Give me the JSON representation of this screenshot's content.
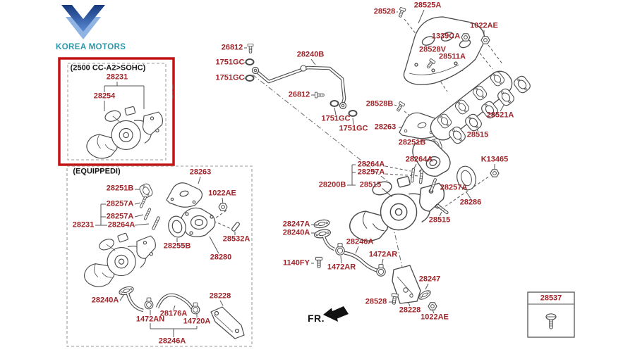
{
  "logo": {
    "text": "KOREA MOTORS",
    "teal": "#2b97ab",
    "blue_dark": "#16397f",
    "blue_light": "#8fb3e2"
  },
  "colors": {
    "callout": "#9f2429",
    "line_art": "#4a4a4a",
    "highlight_box": "#c31414"
  },
  "fr_label": "FR.",
  "sohc_box": {
    "title": "(2500 CC-A2>SOHC)",
    "parts": [
      "28231",
      "28254"
    ]
  },
  "equipped_box": {
    "title": "(EQUIPPEDI)",
    "parts": [
      "28251B",
      "28263",
      "1022AE",
      "28257A",
      "28257A",
      "28231",
      "28264A",
      "28255B",
      "28532A",
      "28280",
      "28240A",
      "1472AN",
      "28176A",
      "14720A",
      "28246A",
      "28228"
    ]
  },
  "oil_feed_pipe": {
    "parts": [
      "26812",
      "1751GC",
      "1751GC",
      "28240B",
      "26812",
      "1751GC",
      "1751GC"
    ]
  },
  "turbocharger": {
    "parts": [
      "28263",
      "28251B",
      "28264A",
      "28257A",
      "28200B",
      "28515",
      "28264A",
      "K13465",
      "28257A",
      "28286",
      "28515"
    ]
  },
  "oil_drain": {
    "parts": [
      "28247A",
      "28240A",
      "28246A",
      "1140FY",
      "1472AR",
      "1472AR",
      "28247",
      "28528",
      "28228",
      "1022AE"
    ]
  },
  "exhaust_manifold": {
    "parts": [
      "28528",
      "28525A",
      "1339CA",
      "1022AE",
      "28528V",
      "28511A",
      "28528B",
      "28521A",
      "28515"
    ]
  },
  "fastener_box": {
    "part": "28537"
  }
}
